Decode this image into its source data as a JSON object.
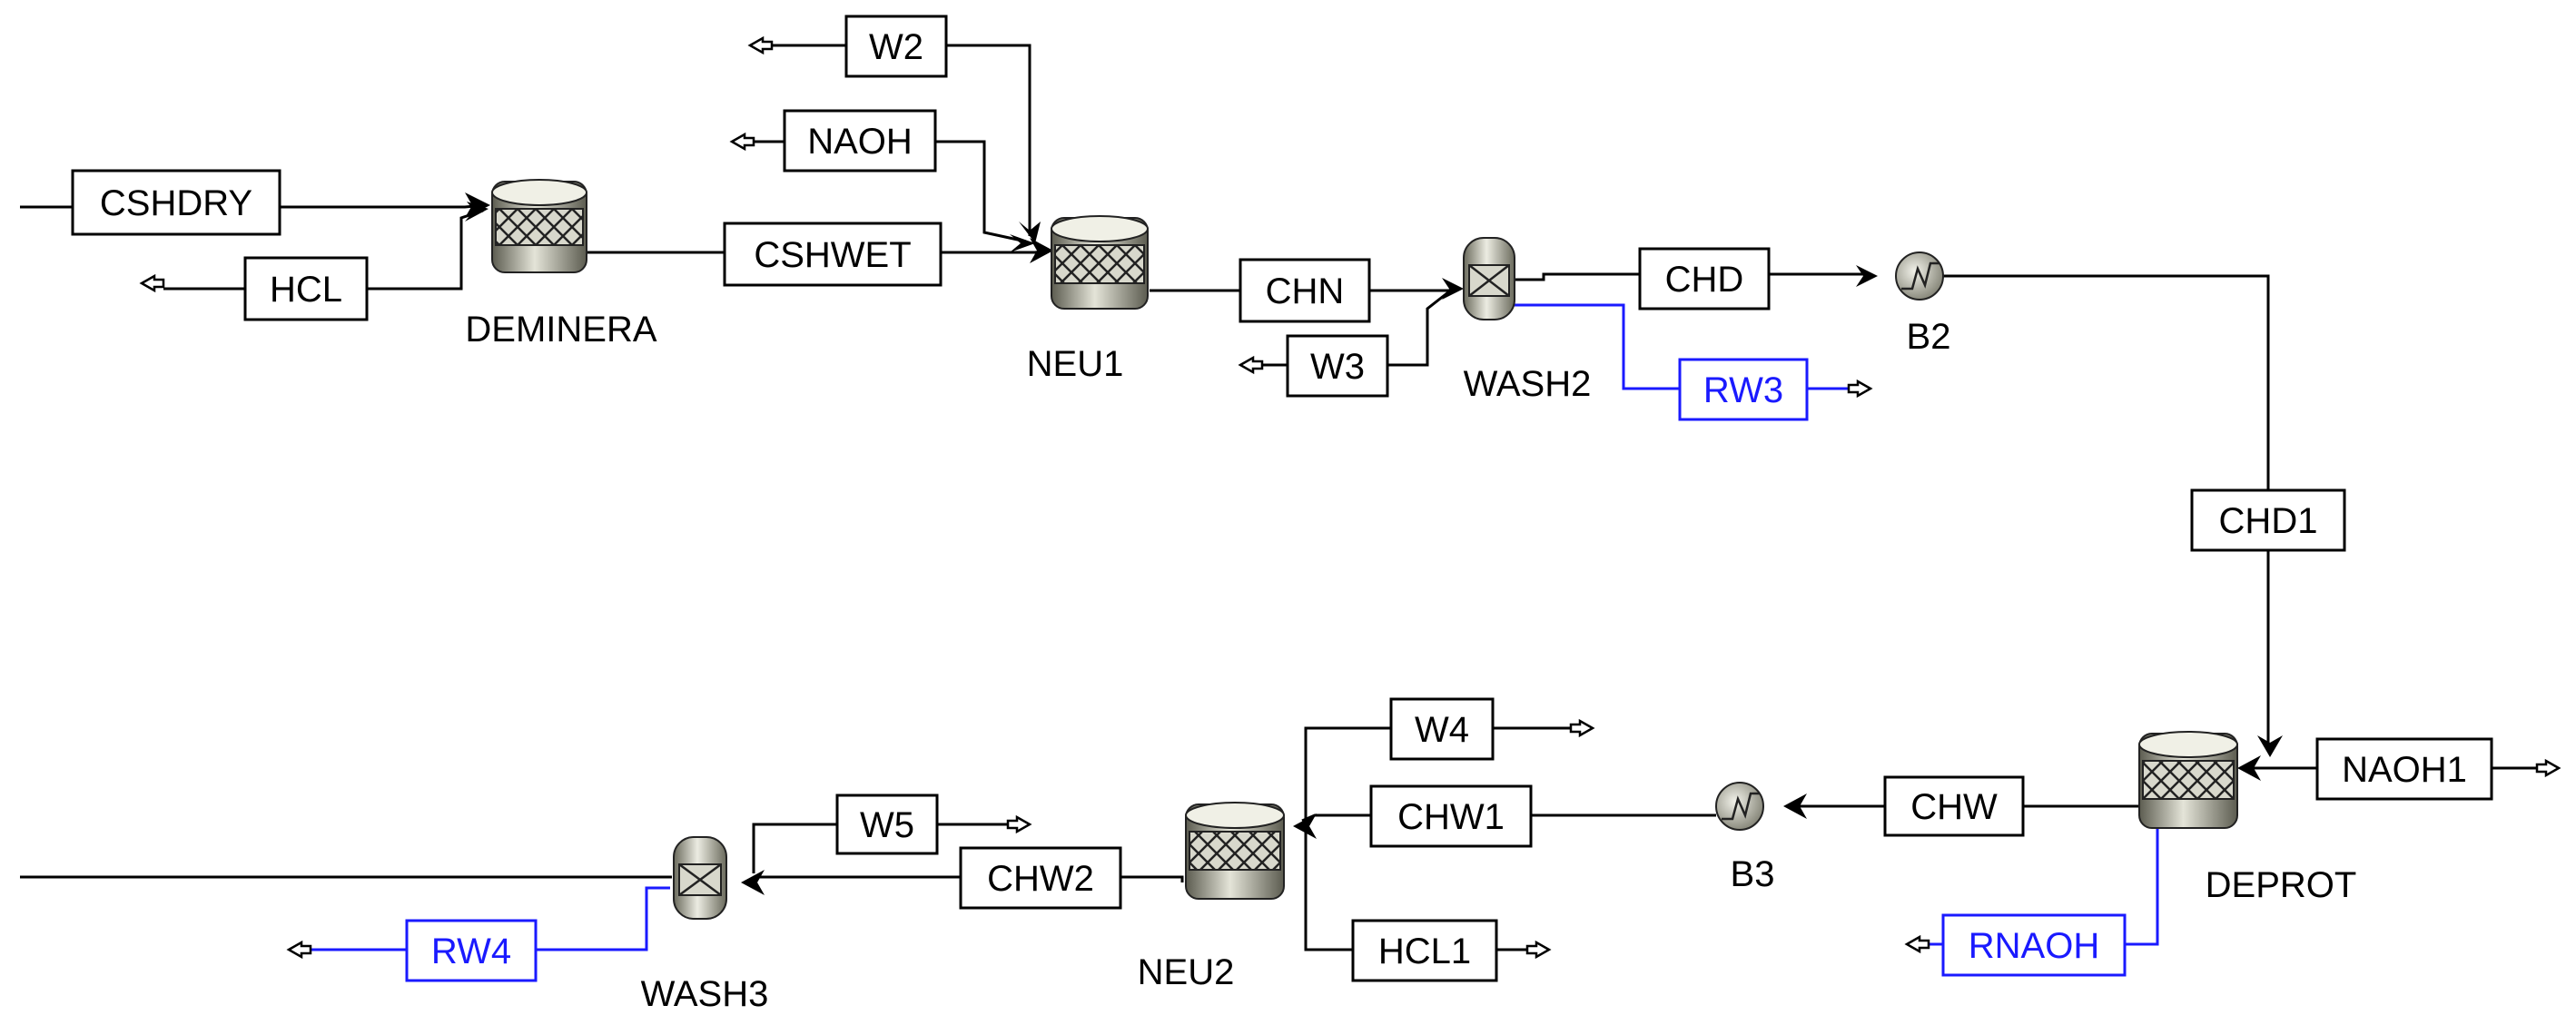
{
  "colors": {
    "material": "#000000",
    "highlight": "#1a1aff",
    "vessel_light": "#e4e4d8",
    "vessel_dark": "#6a6a5c"
  },
  "blocks": {
    "DEMINERA": {
      "label": "DEMINERA",
      "icon": "reactor-vessel-icon"
    },
    "NEU1": {
      "label": "NEU1",
      "icon": "reactor-vessel-icon"
    },
    "WASH2": {
      "label": "WASH2",
      "icon": "wash-separator-icon"
    },
    "B2": {
      "label": "B2",
      "icon": "heater-icon"
    },
    "DEPROT": {
      "label": "DEPROT",
      "icon": "reactor-vessel-icon"
    },
    "B3": {
      "label": "B3",
      "icon": "heater-icon"
    },
    "NEU2": {
      "label": "NEU2",
      "icon": "reactor-vessel-icon"
    },
    "WASH3": {
      "label": "WASH3",
      "icon": "wash-separator-icon"
    }
  },
  "streams": {
    "CSHDRY": {
      "label": "CSHDRY",
      "highlighted": false
    },
    "HCL": {
      "label": "HCL",
      "highlighted": false
    },
    "CSHWET": {
      "label": "CSHWET",
      "highlighted": false
    },
    "W2": {
      "label": "W2",
      "highlighted": false
    },
    "NAOH": {
      "label": "NAOH",
      "highlighted": false
    },
    "CHN": {
      "label": "CHN",
      "highlighted": false
    },
    "W3": {
      "label": "W3",
      "highlighted": false
    },
    "CHD": {
      "label": "CHD",
      "highlighted": false
    },
    "RW3": {
      "label": "RW3",
      "highlighted": true
    },
    "CHD1": {
      "label": "CHD1",
      "highlighted": false
    },
    "NAOH1": {
      "label": "NAOH1",
      "highlighted": false
    },
    "CHW": {
      "label": "CHW",
      "highlighted": false
    },
    "RNAOH": {
      "label": "RNAOH",
      "highlighted": true
    },
    "CHW1": {
      "label": "CHW1",
      "highlighted": false
    },
    "W4": {
      "label": "W4",
      "highlighted": false
    },
    "HCL1": {
      "label": "HCL1",
      "highlighted": false
    },
    "CHW2": {
      "label": "CHW2",
      "highlighted": false
    },
    "W5": {
      "label": "W5",
      "highlighted": false
    },
    "RW4": {
      "label": "RW4",
      "highlighted": true
    }
  }
}
